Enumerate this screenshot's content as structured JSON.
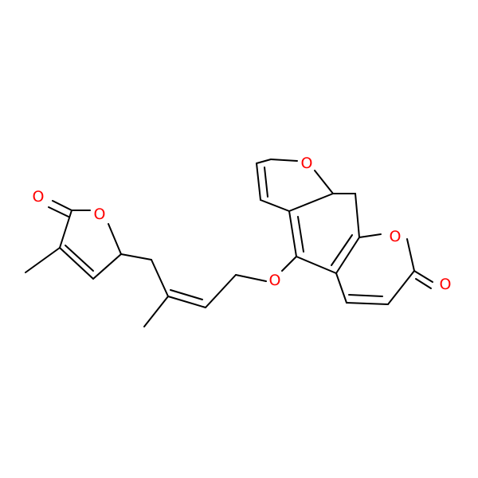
{
  "molecule": {
    "bond_color": "#000000",
    "hetero_color": "#ff0000",
    "atoms": [
      {
        "id": "furan_O",
        "label": "O",
        "color": "#ff0000"
      },
      {
        "id": "pyranone_ring_O",
        "label": "O",
        "color": "#ff0000"
      },
      {
        "id": "pyranone_carbonyl_O",
        "label": "O",
        "color": "#ff0000"
      },
      {
        "id": "ether_O",
        "label": "O",
        "color": "#ff0000"
      },
      {
        "id": "butenolide_ring_O",
        "label": "O",
        "color": "#ff0000"
      },
      {
        "id": "butenolide_carbonyl_O",
        "label": "O",
        "color": "#ff0000"
      }
    ]
  }
}
